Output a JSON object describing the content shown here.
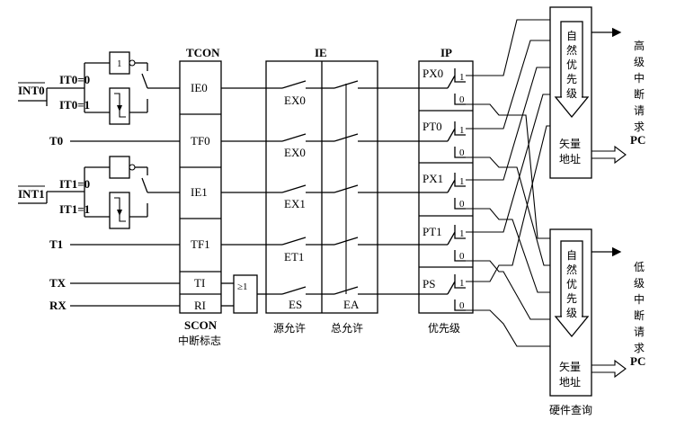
{
  "inputs": {
    "int0": "INT0",
    "it0_0": "IT0=0",
    "it0_1": "IT0=1",
    "t0": "T0",
    "int1": "INT1",
    "it1_0": "IT1=0",
    "it1_1": "IT1=1",
    "t1": "T1",
    "tx": "TX",
    "rx": "RX"
  },
  "gates": {
    "not_label": "1",
    "or_label": "≥1"
  },
  "tcon": {
    "title": "TCON",
    "flags": [
      "IE0",
      "TF0",
      "IE1",
      "TF1",
      "TI",
      "RI"
    ],
    "scon_title": "SCON",
    "caption": "中断标志"
  },
  "ie": {
    "title": "IE",
    "source_bits": [
      "EX0",
      "EX0",
      "EX1",
      "ET1",
      "ES"
    ],
    "global_bit": "EA",
    "source_caption": "源允许",
    "global_caption": "总允许"
  },
  "ip": {
    "title": "IP",
    "bits": [
      "PX0",
      "PT0",
      "PX1",
      "PT1",
      "PS"
    ],
    "one": "1",
    "zero": "0",
    "caption": "优先级"
  },
  "query": {
    "priority_text": "自然优先级",
    "vector_text": "矢量地址",
    "high_request": "高级中断请求",
    "low_request": "低级中断请求",
    "pc": "PC",
    "caption": "硬件查询"
  }
}
